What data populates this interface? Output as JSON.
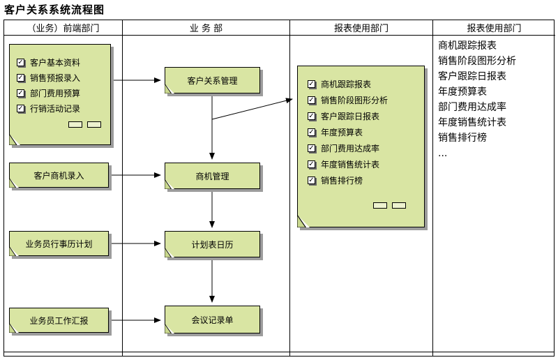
{
  "title": "客户关系系统流程图",
  "lanes": {
    "frontend": "（业务）前端部门",
    "business": "业 务 部",
    "reports": "报表使用部门",
    "reports2": "报表使用部门"
  },
  "entry_note": {
    "items": [
      "客户基本资料",
      "销售预报录入",
      "部门费用预算",
      "行销活动记录"
    ]
  },
  "frontend_nodes": {
    "opportunity_entry": "客户商机录入",
    "calendar_plan": "业务员行事历计划",
    "work_report": "业务员工作汇报"
  },
  "business_nodes": {
    "crm": "客户关系管理",
    "opportunity_mgmt": "商机管理",
    "schedule_calendar": "计划表日历",
    "meeting_record": "会议记录单"
  },
  "reports_note": {
    "items": [
      "商机跟踪报表",
      "销售阶段图形分析",
      "客户跟踪日报表",
      "年度预算表",
      "部门费用达成率",
      "年度销售统计表",
      "销售排行榜"
    ]
  },
  "report_list": {
    "items": [
      "商机跟踪报表",
      "销售阶段图形分析",
      "客户跟踪日报表",
      "年度预算表",
      "部门费用达成率",
      "年度销售统计表",
      "销售排行榜",
      "..."
    ]
  },
  "icons": {
    "check": "✓"
  },
  "colors": {
    "note_fill": "#d9e5a3",
    "note_shadow": "#9c9c9c",
    "line": "#000000"
  }
}
